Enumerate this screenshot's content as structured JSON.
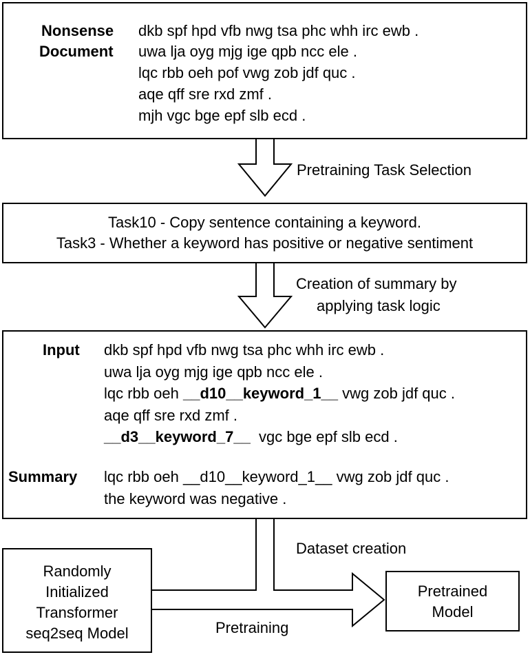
{
  "document": {
    "label_line1": "Nonsense",
    "label_line2": "Document",
    "lines": [
      "dkb spf hpd vfb nwg tsa phc whh irc ewb .",
      "uwa lja oyg mjg ige qpb ncc ele .",
      "lqc rbb oeh pof vwg zob jdf quc .",
      "aqe qff sre rxd zmf .",
      "mjh vgc bge epf slb ecd ."
    ]
  },
  "arrow_task_selection": {
    "label": "Pretraining Task Selection"
  },
  "tasks": {
    "line1": "Task10 - Copy sentence containing a keyword.",
    "line2": "Task3 - Whether a keyword has positive or negative sentiment"
  },
  "arrow_summary": {
    "label_line1": "Creation of summary by",
    "label_line2": "applying task logic"
  },
  "example": {
    "input_label": "Input",
    "input_line1": "dkb spf hpd vfb nwg tsa phc whh irc ewb .",
    "input_line2": "uwa lja oyg mjg ige qpb ncc ele .",
    "input_line3_pre": "lqc rbb oeh ",
    "input_line3_kw": "__d10__keyword_1__",
    "input_line3_post": " vwg zob jdf quc .",
    "input_line4": "aqe qff sre rxd zmf .",
    "input_line5_kw": "__d3__keyword_7__",
    "input_line5_post": "  vgc bge epf slb ecd .",
    "summary_label": "Summary",
    "summary_line1": "lqc rbb oeh __d10__keyword_1__ vwg zob jdf quc .",
    "summary_line2": "the keyword was negative ."
  },
  "dataset_creation": {
    "label": "Dataset creation"
  },
  "model_box": {
    "line1": "Randomly",
    "line2": "Initialized",
    "line3": "Transformer",
    "line4": "seq2seq Model"
  },
  "pretraining": {
    "label": "Pretraining"
  },
  "pretrained_box": {
    "line1": "Pretrained",
    "line2": "Model"
  }
}
